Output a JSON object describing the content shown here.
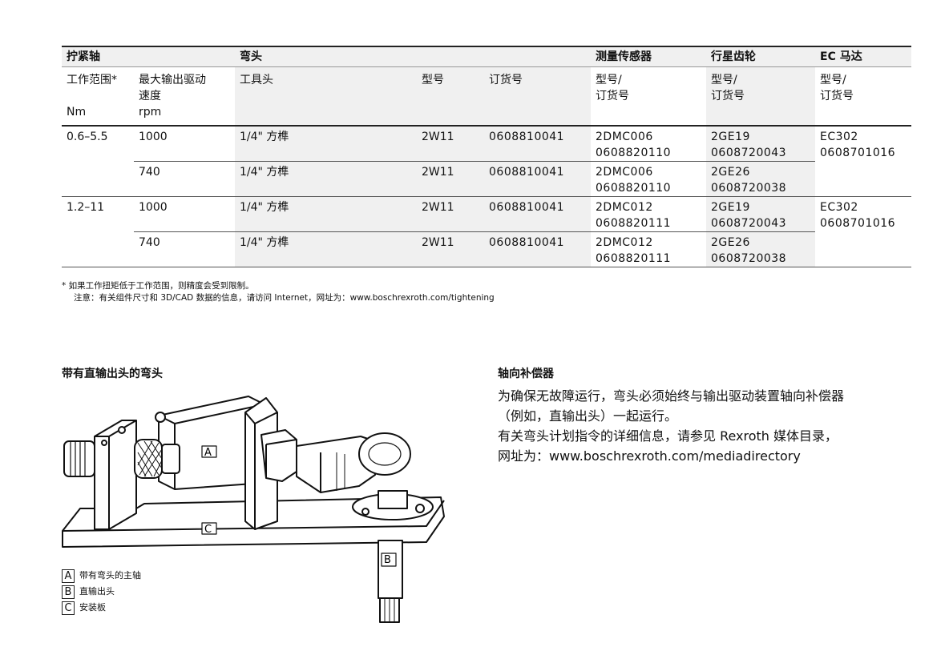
{
  "table": {
    "group_headers": {
      "spindle": "拧紧轴",
      "angle_head": "弯头",
      "sensor": "测量传感器",
      "gear": "行星齿轮",
      "motor": "EC 马达"
    },
    "sub_headers": {
      "range": [
        "工作范围*",
        "",
        "Nm"
      ],
      "speed": [
        "最大输出驱动",
        "速度",
        "rpm"
      ],
      "tool_head": "工具头",
      "model": "型号",
      "order_no": "订货号",
      "sensor": [
        "型号/",
        "订货号"
      ],
      "gear": [
        "型号/",
        "订货号"
      ],
      "motor": [
        "型号/",
        "订货号"
      ]
    },
    "rows": [
      {
        "range": "0.6–5.5",
        "speed": "1000",
        "tool": "1/4\" 方榫",
        "model": "2W11",
        "order": "0608810041",
        "sensor": [
          "2DMC006",
          "0608820110"
        ],
        "gear": [
          "2GE19",
          "0608720043"
        ],
        "motor": [
          "EC302",
          "0608701016"
        ]
      },
      {
        "range": "",
        "speed": "740",
        "tool": "1/4\" 方榫",
        "model": "2W11",
        "order": "0608810041",
        "sensor": [
          "2DMC006",
          "0608820110"
        ],
        "gear": [
          "2GE26",
          "0608720038"
        ],
        "motor": [
          "",
          ""
        ]
      },
      {
        "range": "1.2–11",
        "speed": "1000",
        "tool": "1/4\" 方榫",
        "model": "2W11",
        "order": "0608810041",
        "sensor": [
          "2DMC012",
          "0608820111"
        ],
        "gear": [
          "2GE19",
          "0608720043"
        ],
        "motor": [
          "EC302",
          "0608701016"
        ]
      },
      {
        "range": "",
        "speed": "740",
        "tool": "1/4\" 方榫",
        "model": "2W11",
        "order": "0608810041",
        "sensor": [
          "2DMC012",
          "0608820111"
        ],
        "gear": [
          "2GE26",
          "0608720038"
        ],
        "motor": [
          "",
          ""
        ]
      }
    ]
  },
  "notes": {
    "footnote": "* 如果工作扭矩低于工作范围，则精度会受到限制。",
    "note": "注意：有关组件尺寸和 3D/CAD 数据的信息，请访问 Internet，网址为：www.boschrexroth.com/tightening"
  },
  "figure": {
    "title": "带有直输出头的弯头",
    "callouts": {
      "a": "A",
      "b": "B",
      "c": "C"
    },
    "legend": [
      {
        "key": "A",
        "text": "带有弯头的主轴"
      },
      {
        "key": "B",
        "text": "直输出头"
      },
      {
        "key": "C",
        "text": "安装板"
      }
    ]
  },
  "compensator": {
    "title": "轴向补偿器",
    "lines": [
      "为确保无故障运行，弯头必须始终与输出驱动装置轴向补偿器",
      "（例如，直输出头）一起运行。",
      "有关弯头计划指令的详细信息，请参见 Rexroth 媒体目录，",
      "网址为：www.boschrexroth.com/mediadirectory"
    ]
  }
}
